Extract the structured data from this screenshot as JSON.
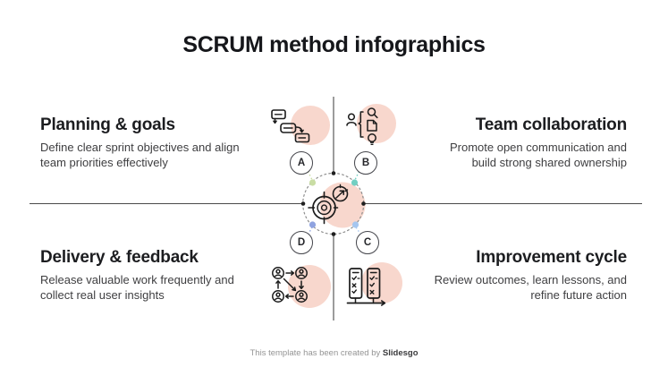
{
  "title": "SCRUM method infographics",
  "quadrants": {
    "planning": {
      "letter": "A",
      "heading": "Planning & goals",
      "body_lines": [
        "Define clear sprint objectives and align",
        "team priorities effectively"
      ],
      "icon": "workflow-icon"
    },
    "team": {
      "letter": "B",
      "heading": "Team collaboration",
      "body_lines": [
        "Promote open communication and",
        "build strong shared ownership"
      ],
      "icon": "person-search-idea-icon"
    },
    "improvement": {
      "letter": "C",
      "heading": "Improvement cycle",
      "body_lines": [
        "Review outcomes, learn lessons, and",
        "refine future action"
      ],
      "icon": "checklist-boards-icon"
    },
    "delivery": {
      "letter": "D",
      "heading": "Delivery & feedback",
      "body_lines": [
        "Release valuable work frequently and",
        "collect real user insights"
      ],
      "icon": "user-network-icon"
    }
  },
  "center": {
    "icon": "target-gear-icon"
  },
  "footer": {
    "text": "This template has been created by ",
    "brand": "Slidesgo"
  },
  "colors": {
    "accent_salmon": "#f8d7cd",
    "dot_green": "#c9dda4",
    "dot_teal": "#72cfc2",
    "dot_purple": "#8fa3e0",
    "dot_blue": "#a5c6ef",
    "divider_line": "#4a4a4a",
    "icon_stroke": "#1b1b1b"
  }
}
